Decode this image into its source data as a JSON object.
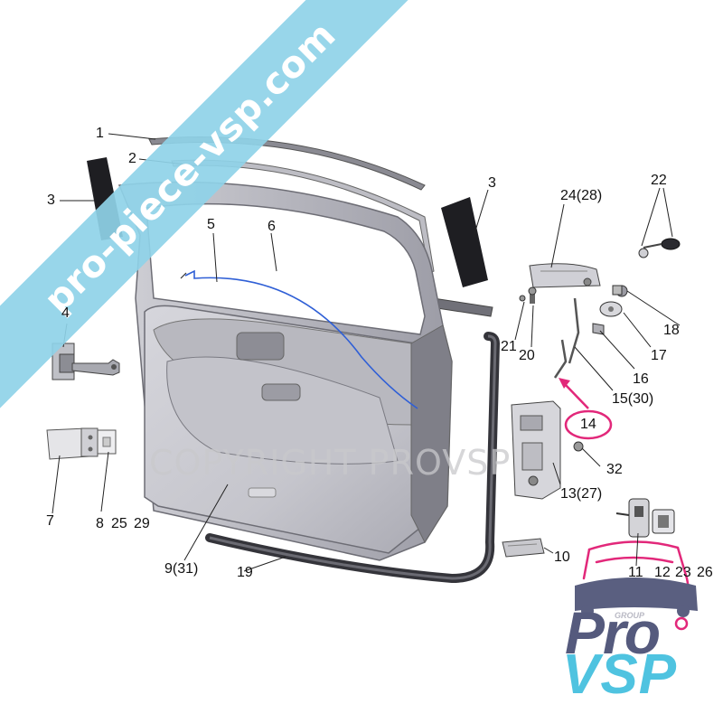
{
  "banner": {
    "text": "pro-piece-vsp.com"
  },
  "watermark": {
    "text": "COPYRIGHT PROVSP"
  },
  "brand": {
    "group_text": "GROUP",
    "pro_text": "Pro",
    "vsp_text": "VSP"
  },
  "highlight_color": "#e2287a",
  "accent_color": "#4fc3e0",
  "labels": {
    "l1": "1",
    "l2": "2",
    "l3a": "3",
    "l3b": "3",
    "l4": "4",
    "l5": "5",
    "l6": "6",
    "l7": "7",
    "l8": "8",
    "l25": "25",
    "l29": "29",
    "l9": "9(31)",
    "l19": "19",
    "l10": "10",
    "l11": "11",
    "l12": "12",
    "l23": "23",
    "l26": "26",
    "l13": "13(27)",
    "l32": "32",
    "l14": "14",
    "l15": "15(30)",
    "l16": "16",
    "l17": "17",
    "l18": "18",
    "l20": "20",
    "l21": "21",
    "l22": "22",
    "l24": "24(28)"
  }
}
